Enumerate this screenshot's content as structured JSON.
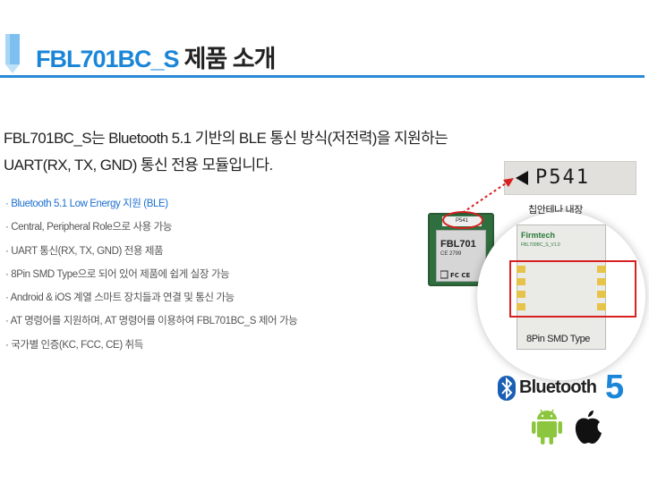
{
  "header": {
    "title_en": "FBL701BC_S",
    "title_ko": "제품 소개"
  },
  "intro": {
    "line1": "FBL701BC_S는 Bluetooth 5.1 기반의 BLE 통신 방식(저전력)을 지원하는",
    "line2": "UART(RX, TX, GND) 통신 전용 모듈입니다."
  },
  "features": [
    "· Bluetooth 5.1 Low Energy 지원 (BLE)",
    "· Central, Peripheral Role으로 사용 가능",
    "· UART 통신(RX, TX, GND) 전용 제품",
    "· 8Pin SMD Type으로 되어 있어 제품에 쉽게 실장 가능",
    "· Android & iOS 계열 스마트 장치들과 연결 및 통신 가능",
    "· AT 명령어를 지원하며, AT 명령어를 이용하여 FBL701BC_S 제어 가능",
    "· 국가별 인증(KC, FCC, CE) 취득"
  ],
  "images": {
    "chip_marking": "P541",
    "chip_caption": "칩안테나 내장",
    "module_title": "FBL701",
    "module_ce_number": "CE 2799",
    "module_chip_marking": "P541",
    "board_brand": "Firmtech",
    "board_model": "FBL700BC_S_V1.0",
    "smd_caption": "8Pin SMD Type"
  },
  "logos": {
    "bluetooth_text": "Bluetooth",
    "bluetooth_version": "5"
  },
  "colors": {
    "accent": "#1b86d8",
    "highlight": "#d82020",
    "feature_first": "#1b6fd0"
  }
}
